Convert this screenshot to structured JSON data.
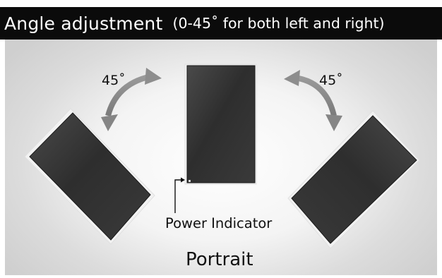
{
  "title": {
    "main": "Angle adjustment",
    "note": "(0-45˚ for both left and right)"
  },
  "diagram": {
    "left_angle": "45˚",
    "right_angle": "45˚",
    "power_indicator": "Power Indicator",
    "orientation": "Portrait"
  },
  "colors": {
    "title_bg": "#0b0b0b",
    "title_text": "#ffffff",
    "screen_dark": "#2f2f2f",
    "arrow_gray": "#8a8a8a"
  },
  "icons": {
    "left_arrow": "curved-double-arrow-icon",
    "right_arrow": "curved-double-arrow-icon",
    "indicator_pointer": "bracket-arrow-icon"
  }
}
